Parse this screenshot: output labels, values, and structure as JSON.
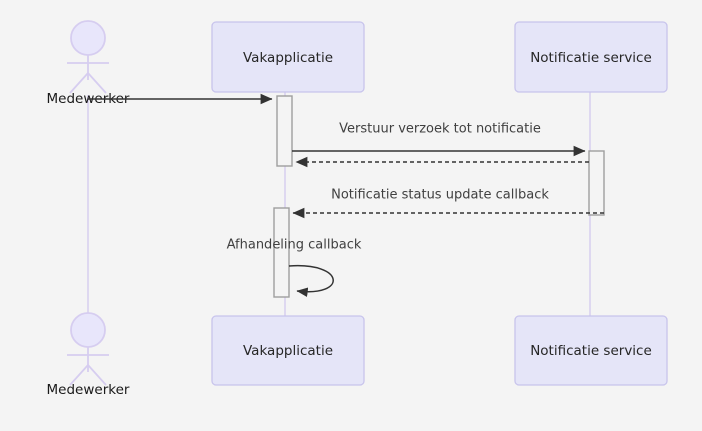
{
  "diagram": {
    "type": "sequence-diagram",
    "background_color": "#f4f4f4",
    "title": "",
    "colors": {
      "participant_fill": "#e5e5f8",
      "participant_stroke": "#c8c4ec",
      "lifeline_stroke": "#d8d0ef",
      "actor_stroke": "#d6cdf0",
      "actor_head_fill": "#e8e6fb",
      "activation_fill": "#f4f4f4",
      "activation_stroke": "#9e9e9e",
      "arrow_color": "#333333",
      "label_color": "#404040"
    },
    "participants": [
      {
        "id": "medewerker",
        "kind": "actor",
        "label": "Medewerker",
        "top_label": "Medewerker",
        "bottom_label": "Medewerker"
      },
      {
        "id": "vakapplicatie",
        "kind": "box",
        "label": "Vakapplicatie",
        "top_label": "Vakapplicatie",
        "bottom_label": "Vakapplicatie"
      },
      {
        "id": "notificatie-service",
        "kind": "box",
        "label": "Notificatie service",
        "top_label": "Notificatie service",
        "bottom_label": "Notificatie service"
      }
    ],
    "messages": [
      {
        "index": 1,
        "from": "medewerker",
        "to": "vakapplicatie",
        "label": "",
        "line_style": "solid",
        "arrow_head": "filled",
        "direction": "right"
      },
      {
        "index": 2,
        "from": "vakapplicatie",
        "to": "notificatie-service",
        "label": "Verstuur verzoek tot notificatie",
        "line_style": "solid",
        "arrow_head": "filled",
        "direction": "right"
      },
      {
        "index": 3,
        "from": "notificatie-service",
        "to": "vakapplicatie",
        "label": "",
        "line_style": "dashed",
        "arrow_head": "filled",
        "direction": "left"
      },
      {
        "index": 4,
        "from": "notificatie-service",
        "to": "vakapplicatie",
        "label": "Notificatie status update callback",
        "line_style": "dashed",
        "arrow_head": "filled",
        "direction": "left"
      },
      {
        "index": 5,
        "from": "vakapplicatie",
        "to": "vakapplicatie",
        "label": "Afhandeling callback",
        "line_style": "solid",
        "arrow_head": "filled",
        "direction": "self-loop"
      }
    ]
  }
}
